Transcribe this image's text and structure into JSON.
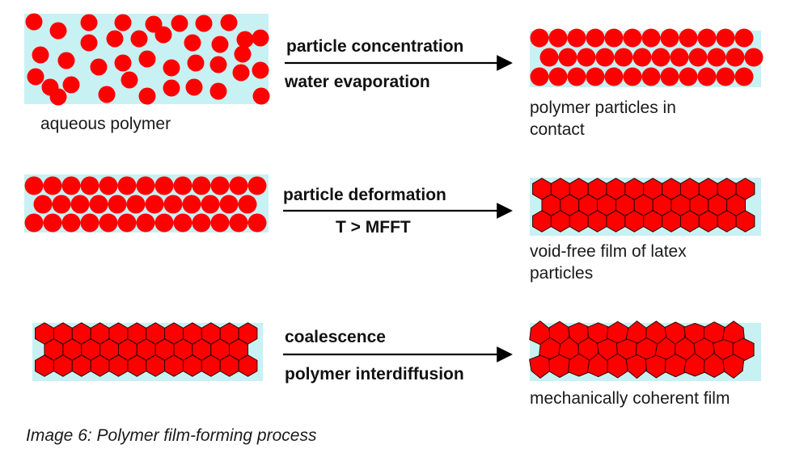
{
  "stages": {
    "aqueous": {
      "label": "aqueous polymer"
    },
    "contact": {
      "label_line1": "polymer particles in",
      "label_line2": "contact"
    },
    "void_free": {
      "label_line1": "void-free film of latex",
      "label_line2": "particles"
    },
    "coherent": {
      "label": "mechanically coherent film"
    }
  },
  "steps": [
    {
      "line1": "particle concentration",
      "line2": "water evaporation"
    },
    {
      "line1": "particle deformation",
      "line2": "T > MFFT"
    },
    {
      "line1": "coalescence",
      "line2": "polymer interdiffusion"
    }
  ],
  "caption": "Image 6: Polymer film-forming process",
  "colors": {
    "water": "#c8f1f3",
    "particle": "#ff0000",
    "particle_stroke": "#2a0000",
    "arrow": "#000000"
  }
}
